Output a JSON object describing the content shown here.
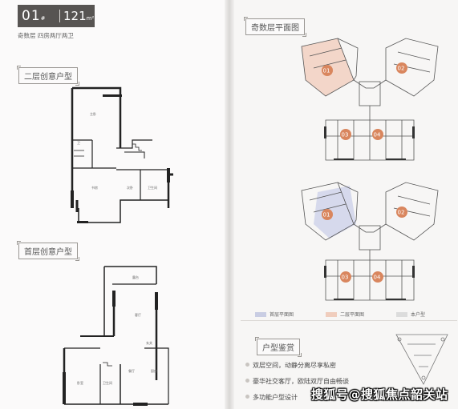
{
  "header": {
    "unit_number": "01",
    "unit_suffix": "#",
    "area": "121",
    "area_unit": "m²",
    "subtitle": "奇数层 四房两厅两卫"
  },
  "sections": {
    "second_floor": "二层创意户型",
    "first_floor": "首层创意户型",
    "odd_floor_plan": "奇数层平面图",
    "unit_review": "户型鉴赏"
  },
  "plan_badges": [
    "01",
    "02",
    "03",
    "04"
  ],
  "legend": [
    {
      "label": "首层平面图",
      "color": "#c9cde3"
    },
    {
      "label": "二层平面图",
      "color": "#f0cdbd"
    },
    {
      "label": "本户型",
      "color": "#dcdcdc"
    }
  ],
  "features": [
    "双层空间，动静分离尽享私密",
    "豪华社交客厅，欧陆双厅自由畅谈",
    "多功能户型设计"
  ],
  "watermark": "搜狐号@搜狐焦点韶关站"
}
